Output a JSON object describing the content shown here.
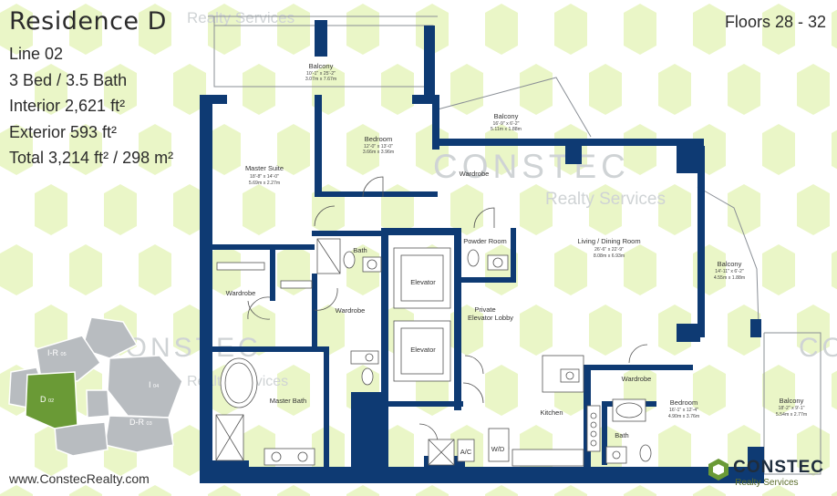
{
  "residence": {
    "title": "Residence D",
    "line": "Line 02",
    "beds_baths": "3 Bed / 3.5 Bath",
    "interior": "Interior 2,621 ft²",
    "exterior": "Exterior 593 ft²",
    "total": "Total 3,214 ft² / 298 m²",
    "floors": "Floors 28 - 32"
  },
  "watermarks": {
    "realty_services": "Realty Services",
    "constec": "CONSTEC"
  },
  "footer": {
    "url": "www.ConstecRealty.com",
    "brand_name": "CONSTEC",
    "brand_sub": "Realty Services"
  },
  "colors": {
    "wall": "#0e3a73",
    "accent_green": "#6a9a36",
    "pattern_green": "#e3f3b4"
  },
  "keyplan": {
    "units": [
      {
        "letter": "I-R",
        "num": "05"
      },
      {
        "letter": "I",
        "num": "04"
      },
      {
        "letter": "D",
        "num": "02"
      },
      {
        "letter": "D-R",
        "num": "03"
      }
    ]
  },
  "rooms": {
    "balcony_top": {
      "name": "Balcony",
      "dim1": "10'-1\" x 25'-2\"",
      "dim2": "3.07m x 7.67m"
    },
    "bedroom_top": {
      "name": "Bedroom",
      "dim1": "12'-0\" x 13'-0\"",
      "dim2": "3.66m x 3.96m"
    },
    "balcony_mid": {
      "name": "Balcony",
      "dim1": "16'-9\" x 6'-2\"",
      "dim2": "5.11m x 1.88m"
    },
    "master_suite": {
      "name": "Master Suite",
      "dim1": "18'-8\" x 14'-0\"",
      "dim2": "5.69m x 2.27m"
    },
    "wardrobe_top": {
      "name": "Wardrobe"
    },
    "bath_top": {
      "name": "Bath"
    },
    "powder_room": {
      "name": "Powder Room"
    },
    "living": {
      "name": "Living / Dining Room",
      "dim1": "26'-6\" x 22'-9\"",
      "dim2": "8.08m x 6.93m"
    },
    "balcony_right": {
      "name": "Balcony",
      "dim1": "14'-11\" x 6'-2\"",
      "dim2": "4.55m x 1.88m"
    },
    "wardrobe_left": {
      "name": "Wardrobe"
    },
    "wardrobe_center": {
      "name": "Wardrobe"
    },
    "elevator_1": {
      "name": "Elevator"
    },
    "elevator_2": {
      "name": "Elevator"
    },
    "private_lobby": {
      "name": "Private",
      "name2": "Elevator Lobby"
    },
    "master_bath": {
      "name": "Master Bath"
    },
    "kitchen": {
      "name": "Kitchen"
    },
    "wardrobe_right": {
      "name": "Wardrobe"
    },
    "bedroom_right": {
      "name": "Bedroom",
      "dim1": "16'-1\" x 12'-4\"",
      "dim2": "4.90m x 3.76m"
    },
    "balcony_corner": {
      "name": "Balcony",
      "dim1": "18'-2\" x 9'-1\"",
      "dim2": "5.54m x 2.77m"
    },
    "bath_right": {
      "name": "Bath"
    },
    "ac": {
      "name": "A/C"
    },
    "wd": {
      "name": "W/D"
    }
  }
}
